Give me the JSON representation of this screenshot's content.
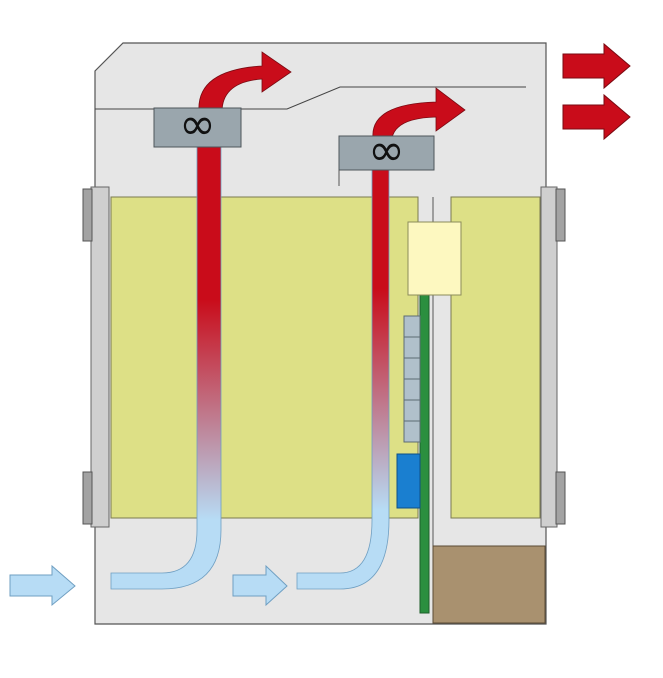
{
  "diagram": {
    "colors": {
      "background": "#ffffff",
      "housing_fill": "#e6e6e6",
      "housing_stroke": "#555555",
      "thin_line": "#444444",
      "module_fill": "#dde086",
      "module_stroke": "#7a7a50",
      "rail_fill": "#cfcfcf",
      "clip_fill": "#a3a3a3",
      "fan_fill": "#9aa6ad",
      "fan_stroke": "#4d555a",
      "fan_symbol": "#111111",
      "hot_air": "#c90c1a",
      "hot_air_dark": "#7a0a12",
      "cool_air": "#b7dcf5",
      "cool_air_stroke": "#6f9fc2",
      "pcb_green": "#2b8f3f",
      "component_light_yellow": "#fdf8c0",
      "component_grey_blue": "#b0c0cb",
      "component_blue": "#1a7fd0",
      "brown_block": "#a9916f"
    },
    "fan_symbol": "∞",
    "fans": [
      {
        "name": "fan-top-left"
      },
      {
        "name": "fan-top-right"
      }
    ],
    "airflow": {
      "inlet_arrows": 2,
      "outlet_arrows": 2,
      "channels": 2
    }
  }
}
